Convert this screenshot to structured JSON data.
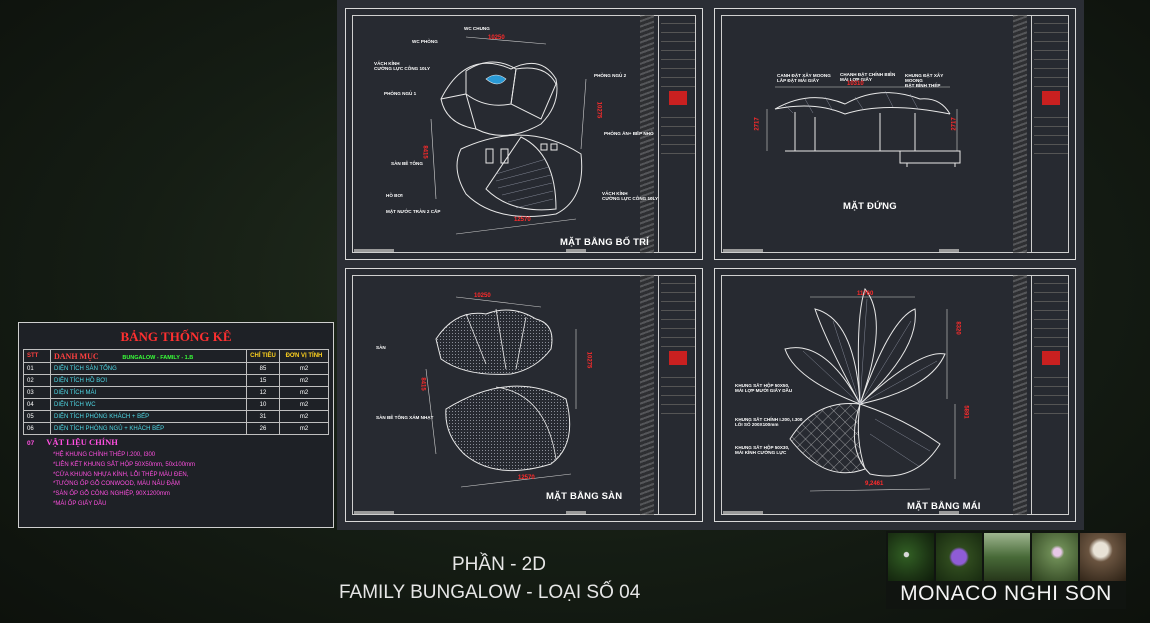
{
  "sheets": {
    "plan": {
      "label": "MẶT BẰNG BỐ TRÍ",
      "notes": {
        "wc_phong": "WC PHÒNG",
        "wc_chung": "WC CHUNG",
        "vach_kinh_1": "VÁCH KÍNH\nCƯỜNG LỰC CÔNG 10LY",
        "phong_ngu_2": "PHÒNG NGỦ 2",
        "phong_ngu_1": "PHÒNG NGỦ 1",
        "phong_an_bep": "PHÒNG ĂN+ BẾP NHỎ",
        "san_be_tong": "SÀN BÊ TÔNG",
        "ho_boi": "HỒ BƠI",
        "mat_nuoc": "MẶT NƯỚC TRÀN 2 CẤP",
        "vach_kinh_2": "VÁCH KÍNH\nCƯỜNG LỰC CÔNG 10LY"
      },
      "dims": {
        "top": "10250",
        "right": "10275",
        "left": "8415",
        "bottom": "12570"
      }
    },
    "elevation": {
      "label": "MẶT ĐỨNG",
      "notes": {
        "n1": "CANH ĐẶT XÂY MOONG\nLẮP ĐẶT MÁI GIẤY",
        "n2": "CHANH ĐẶT CHÍNH BIÊN\nMÁI LỢP GIẤY",
        "n3": "KHUNG ĐẶT XÂY MOONG\nĐẶT BÌNH THÉP"
      },
      "dims": {
        "top": "10310",
        "left": "2717",
        "right": "2717"
      }
    },
    "floor": {
      "label": "MẶT BẰNG SÀN",
      "notes": {
        "san": "SÀN",
        "san_be_tong": "SÀN BÊ TÔNG XÁM NHẠT"
      },
      "dims": {
        "top": "10250",
        "right": "10275",
        "left": "8415",
        "bottom": "12570"
      }
    },
    "roof": {
      "label": "MẶT BẰNG MÁI",
      "notes": {
        "n1": "KHUNG SẮT HỘP 50X50,\nMÁI LỢP MƯỚI GIẤY DẦU",
        "n2": "KHUNG SẮT CHÍNH I.200, I.300\nLỐI SỐ 200X100mm",
        "n3": "KHUNG SẮT HỘP 50X30,\nMÁI KÍNH CƯỜNG LỰC"
      },
      "dims": {
        "top": "11760",
        "right1": "8320",
        "right2": "5891",
        "bottom": "9,2461"
      }
    }
  },
  "stats_table": {
    "title": "BẢNG THỐNG KÊ",
    "header": {
      "stt": "STT",
      "danh_muc": "DANH MỤC",
      "group": "BUNGALOW - FAMILY - 1.B",
      "chi_tieu": "CHỈ TIÊU",
      "don_vi": "ĐƠN VỊ TÍNH"
    },
    "rows": [
      {
        "stt": "01",
        "name": "DIỆN TÍCH SÀN TỔNG",
        "value": "85",
        "unit": "m2"
      },
      {
        "stt": "02",
        "name": "DIỆN TÍCH HỒ BƠI",
        "value": "15",
        "unit": "m2"
      },
      {
        "stt": "03",
        "name": "DIỆN TÍCH MÁI",
        "value": "12",
        "unit": "m2"
      },
      {
        "stt": "04",
        "name": "DIỆN TÍCH WC",
        "value": "10",
        "unit": "m2"
      },
      {
        "stt": "05",
        "name": "DIỆN TÍCH PHÒNG KHÁCH + BẾP",
        "value": "31",
        "unit": "m2"
      },
      {
        "stt": "06",
        "name": "DIỆN TÍCH PHÒNG NGỦ + KHÁCH BẾP",
        "value": "26",
        "unit": "m2"
      }
    ],
    "materials_num": "07",
    "materials_title": "VẬT LIỆU CHÍNH",
    "materials": [
      "*HỆ KHUNG CHÍNH THÉP I.200, I300",
      "*LIÊN KẾT KHUNG SẮT HỘP 50X50mm, 50x100mm",
      "*CỬA KHUNG NHỰA KÍNH, LỖI THÉP MÀU ĐEN,",
      "*TƯỜNG ỐP GỖ CONWOOD, MÀU NÂU ĐẬM",
      "*SÀN ỐP GỖ CÔNG NGHIỆP, 90X1200mm",
      "*MÁI ỐP GIẤY DẦU"
    ]
  },
  "caption": {
    "line1": "PHẦN -  2D",
    "line2": "FAMILY BUNGALOW - LOẠI SỐ 04"
  },
  "brand": "MONACO NGHI SON",
  "colors": {
    "title_red": "#ff3030",
    "cyan_text": "#4fd9e6",
    "header_yellow": "#ffd21e",
    "group_green": "#39ff39",
    "materials_magenta": "#ff4fe0",
    "dimension_red": "#ff2b2b"
  }
}
